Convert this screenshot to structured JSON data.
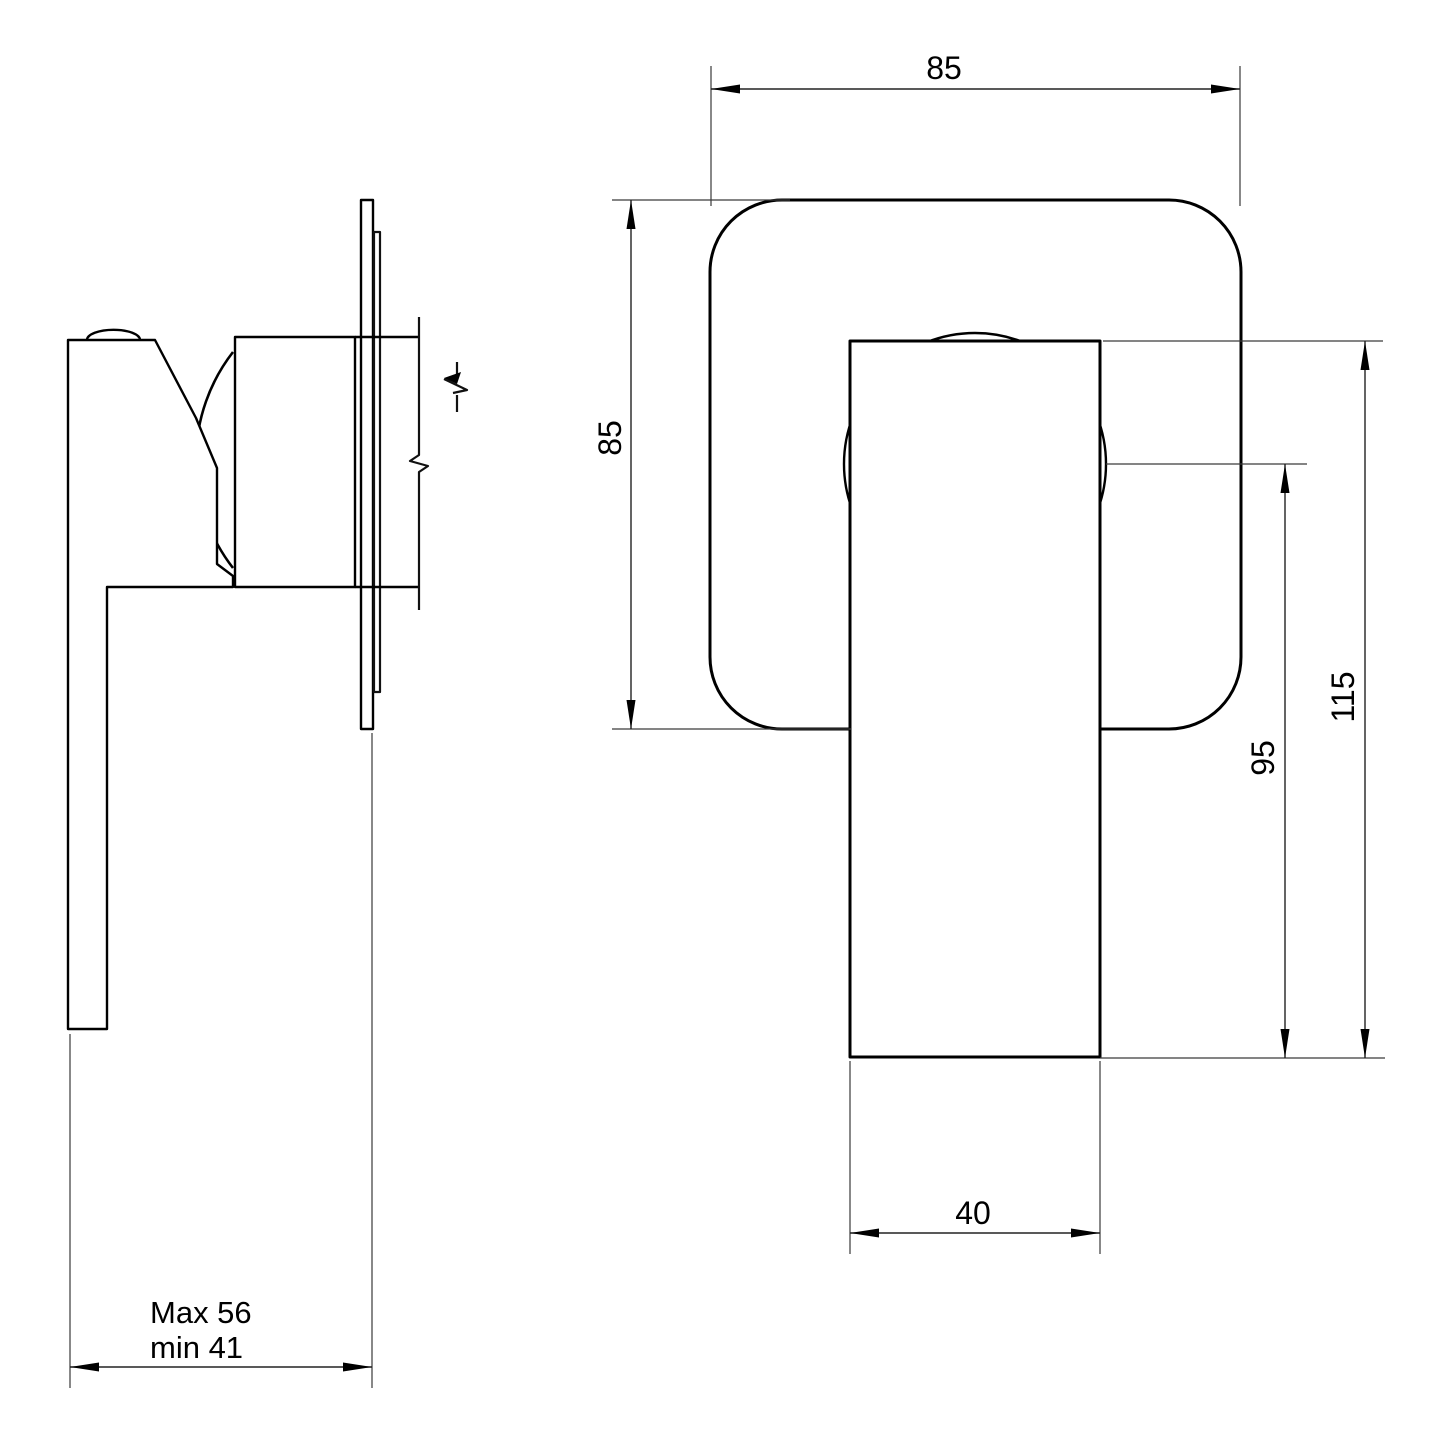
{
  "page": {
    "background": "#ffffff",
    "ink_color": "#000000",
    "thin_line_color": "#3a3a3a"
  },
  "views": {
    "side": {
      "name": "side-view"
    },
    "front": {
      "name": "front-view"
    }
  },
  "dimensions": {
    "front_plate_width": "85",
    "front_plate_height": "85",
    "handle_overall_height": "115",
    "axis_to_handle_end": "95",
    "handle_width": "40",
    "mounting_depth_line1": "Max 56",
    "mounting_depth_line2": "min 41"
  }
}
